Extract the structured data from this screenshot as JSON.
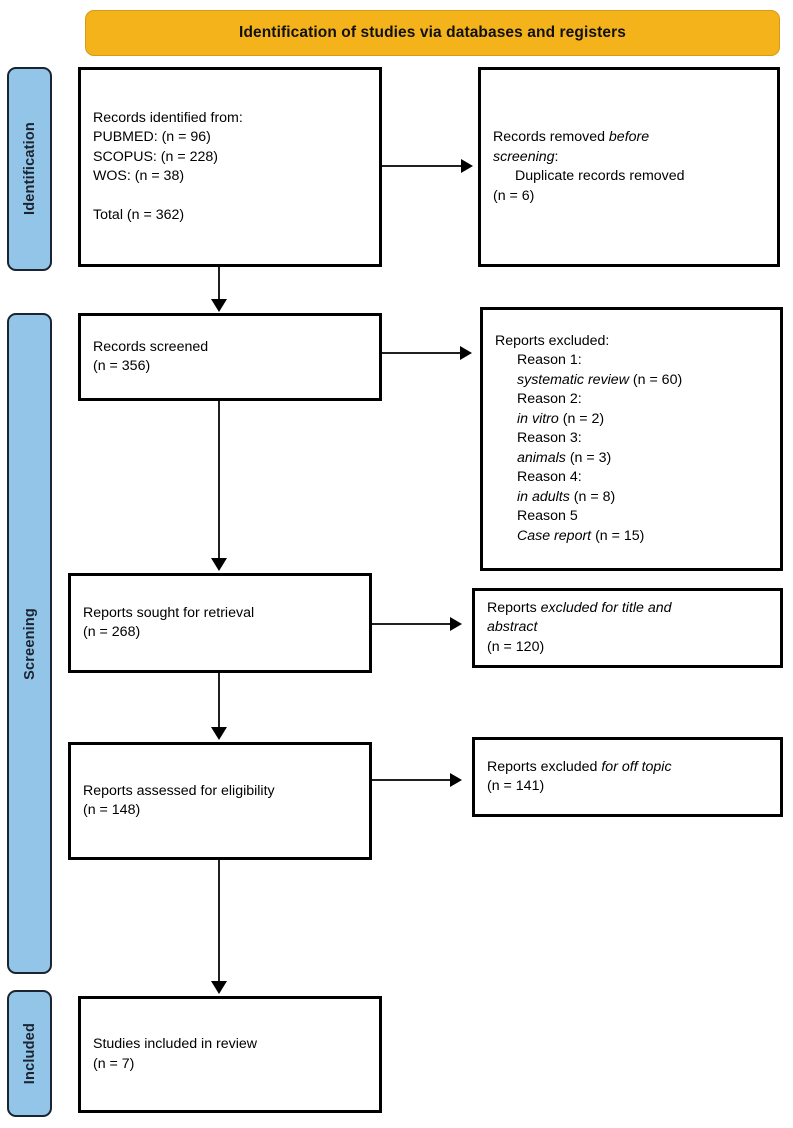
{
  "banner": {
    "title": "Identification of studies via databases and registers"
  },
  "stage_labels": {
    "identification": "Identification",
    "screening": "Screening",
    "included": "Included"
  },
  "boxes": {
    "identified": {
      "line1": "Records identified from:",
      "line2": "PUBMED: (n = 96)",
      "line3": "SCOPUS: (n = 228)",
      "line4": "WOS: (n = 38)",
      "line5": "Total (n = 362)"
    },
    "removed": {
      "line1_plain": "Records removed ",
      "line1_italic": "before",
      "line2_italic": "screening",
      "line2_plain": ":",
      "line3": "Duplicate records removed",
      "line4": "(n = 6)"
    },
    "screened": {
      "line1": "Records screened",
      "line2": "(n = 356)"
    },
    "excluded": {
      "header": "Reports excluded:",
      "reasons": [
        {
          "label": "Reason 1:",
          "detail_italic": "systematic review",
          "detail_plain": " (n = 60)"
        },
        {
          "label": "Reason 2:",
          "detail_italic": "in vitro",
          "detail_plain": " (n = 2)"
        },
        {
          "label": "Reason 3:",
          "detail_italic": "animals",
          "detail_plain": " (n = 3)"
        },
        {
          "label": "Reason 4:",
          "detail_italic": "in adults",
          "detail_plain": " (n = 8)"
        },
        {
          "label": "Reason 5",
          "detail_italic": "Case report",
          "detail_plain": " (n = 15)"
        }
      ]
    },
    "sought": {
      "line1": "Reports sought for retrieval",
      "line2": "(n = 268)"
    },
    "excluded_title_abstract": {
      "line1_plain": "Reports ",
      "line1_italic": "excluded for title and",
      "line2_italic": "abstract",
      "line3": "(n = 120)"
    },
    "assessed": {
      "line1": "Reports assessed for eligibility",
      "line2": "(n = 148)"
    },
    "excluded_off_topic": {
      "line1_plain": "Reports excluded ",
      "line1_italic": "for off topic",
      "line2": "(n = 141)"
    },
    "included": {
      "line1": "Studies included in review",
      "line2": "(n = 7)"
    }
  },
  "colors": {
    "banner_bg": "#F5B31B",
    "stage_label_bg": "#92C5E8",
    "box_border": "#000000",
    "connector": "#231f20"
  },
  "chart_data": {
    "type": "diagram",
    "title": "PRISMA 2020 flow diagram",
    "counts": {
      "pubmed": 96,
      "scopus": 228,
      "wos": 38,
      "total_identified": 362,
      "duplicates_removed": 6,
      "records_screened": 356,
      "excluded_systematic_review": 60,
      "excluded_in_vitro": 2,
      "excluded_animals": 3,
      "excluded_in_adults": 8,
      "excluded_case_report": 15,
      "reports_sought": 268,
      "excluded_title_abstract": 120,
      "reports_assessed": 148,
      "excluded_off_topic": 141,
      "studies_included": 7
    }
  }
}
